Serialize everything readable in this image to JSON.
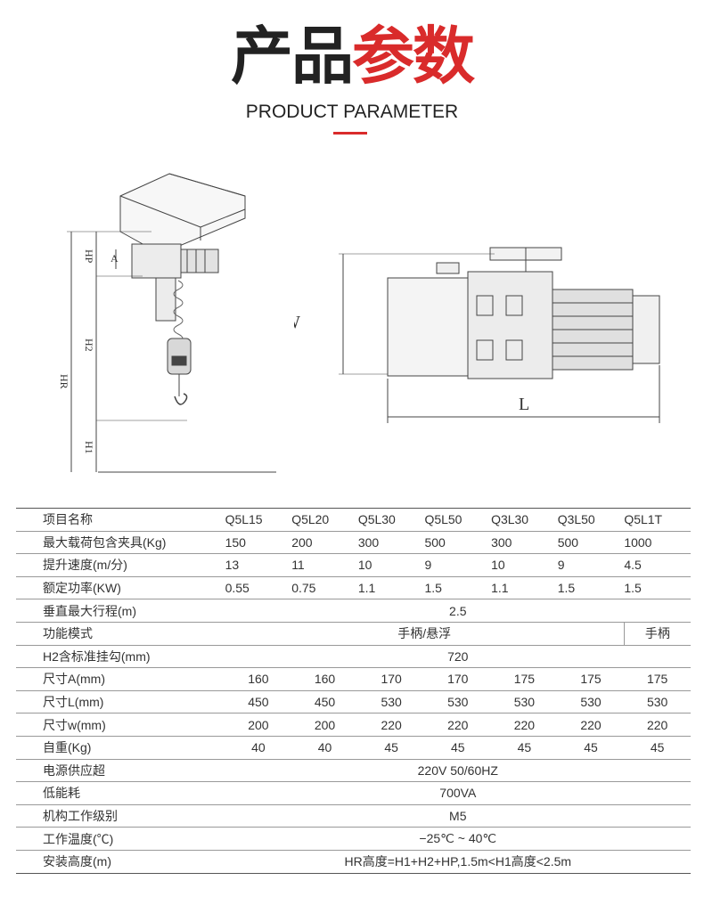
{
  "header": {
    "title_part1": "产品",
    "title_part2": "参数",
    "subtitle": "PRODUCT PARAMETER",
    "accent_color": "#d92b2b"
  },
  "drawing_labels": {
    "hp": "HP",
    "a": "A",
    "h2": "H2",
    "hr": "HR",
    "h1": "H1",
    "w": "W",
    "l": "L"
  },
  "table": {
    "header": {
      "label": "项目名称",
      "models": [
        "Q5L15",
        "Q5L20",
        "Q5L30",
        "Q5L50",
        "Q3L30",
        "Q3L50",
        "Q5L1T"
      ]
    },
    "rows": [
      {
        "label": "最大载荷包含夹具(Kg)",
        "values": [
          "150",
          "200",
          "300",
          "500",
          "300",
          "500",
          "1000"
        ]
      },
      {
        "label": "提升速度(m/分)",
        "values": [
          "13",
          "11",
          "10",
          "9",
          "10",
          "9",
          "4.5"
        ]
      },
      {
        "label": "额定功率(KW)",
        "values": [
          "0.55",
          "0.75",
          "1.1",
          "1.5",
          "1.1",
          "1.5",
          "1.5"
        ]
      }
    ],
    "stroke": {
      "label": "垂直最大行程(m)",
      "value": "2.5"
    },
    "mode": {
      "label": "功能模式",
      "value_main": "手柄/悬浮",
      "value_last": "手柄"
    },
    "h2": {
      "label": "H2含标准挂勾(mm)",
      "value": "720"
    },
    "dims": [
      {
        "label": "尺寸A(mm)",
        "values": [
          "160",
          "160",
          "170",
          "170",
          "175",
          "175",
          "175"
        ]
      },
      {
        "label": "尺寸L(mm)",
        "values": [
          "450",
          "450",
          "530",
          "530",
          "530",
          "530",
          "530"
        ]
      },
      {
        "label": "尺寸w(mm)",
        "values": [
          "200",
          "200",
          "220",
          "220",
          "220",
          "220",
          "220"
        ]
      },
      {
        "label": "自重(Kg)",
        "values": [
          "40",
          "40",
          "45",
          "45",
          "45",
          "45",
          "45"
        ]
      }
    ],
    "power": {
      "label": "电源供应超",
      "value": "220V 50/60HZ"
    },
    "consumption": {
      "label": "低能耗",
      "value": "700VA"
    },
    "grade": {
      "label": "机构工作级别",
      "value": "M5"
    },
    "temperature": {
      "label": "工作温度(℃)",
      "value": "−25℃ ~ 40℃"
    },
    "install": {
      "label": "安装高度(m)",
      "value": "HR高度=H1+H2+HP,1.5m<H1高度<2.5m"
    }
  }
}
